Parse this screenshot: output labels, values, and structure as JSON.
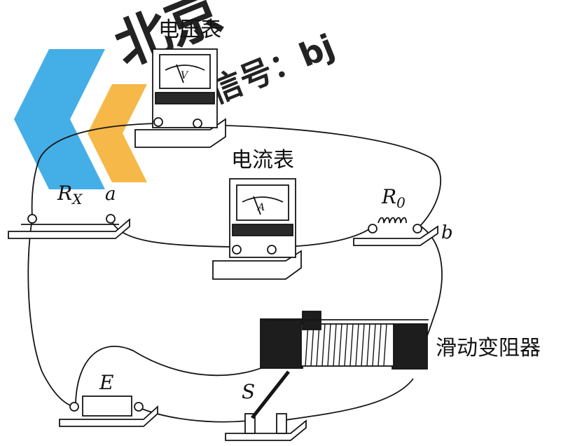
{
  "labels": {
    "voltmeter": "电压表",
    "ammeter": "电流表",
    "rheostat": "滑动变阻器",
    "rx_main": "R",
    "rx_sub": "X",
    "r0_main": "R",
    "r0_sub": "0",
    "point_a": "a",
    "point_b": "b",
    "source": "E",
    "switch": "S",
    "voltmeter_face": "V",
    "ammeter_face": "A"
  },
  "watermark": {
    "line1": "北京",
    "line2": "微信号：bj"
  },
  "colors": {
    "watermark_blue": "#35a8e6",
    "watermark_orange": "#f6b23a",
    "ink": "#151515",
    "paper": "#ffffff"
  }
}
